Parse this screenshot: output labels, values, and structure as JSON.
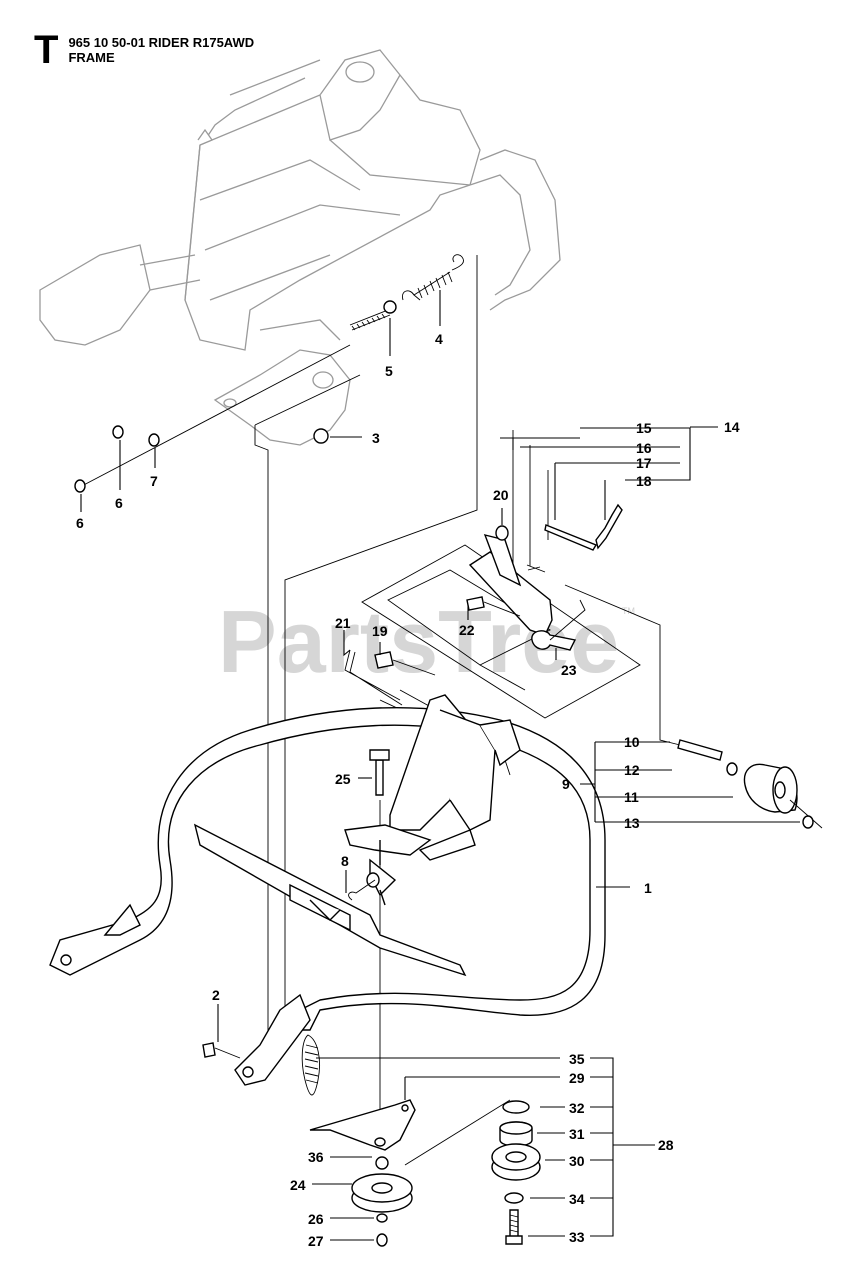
{
  "header": {
    "section_letter": "T",
    "model_line": "965 10 50-01 RIDER R175AWD",
    "section_title": "FRAME"
  },
  "watermark": {
    "text": "PartsTree",
    "tm": "TM"
  },
  "callouts": [
    {
      "id": "c1",
      "label": "1"
    },
    {
      "id": "c2",
      "label": "2"
    },
    {
      "id": "c3",
      "label": "3"
    },
    {
      "id": "c4",
      "label": "4"
    },
    {
      "id": "c5",
      "label": "5"
    },
    {
      "id": "c6a",
      "label": "6"
    },
    {
      "id": "c6b",
      "label": "6"
    },
    {
      "id": "c7",
      "label": "7"
    },
    {
      "id": "c8",
      "label": "8"
    },
    {
      "id": "c9",
      "label": "9"
    },
    {
      "id": "c10",
      "label": "10"
    },
    {
      "id": "c11",
      "label": "11"
    },
    {
      "id": "c12",
      "label": "12"
    },
    {
      "id": "c13",
      "label": "13"
    },
    {
      "id": "c14",
      "label": "14"
    },
    {
      "id": "c15",
      "label": "15"
    },
    {
      "id": "c16",
      "label": "16"
    },
    {
      "id": "c17",
      "label": "17"
    },
    {
      "id": "c18",
      "label": "18"
    },
    {
      "id": "c19",
      "label": "19"
    },
    {
      "id": "c20",
      "label": "20"
    },
    {
      "id": "c21",
      "label": "21"
    },
    {
      "id": "c22",
      "label": "22"
    },
    {
      "id": "c23",
      "label": "23"
    },
    {
      "id": "c24",
      "label": "24"
    },
    {
      "id": "c25",
      "label": "25"
    },
    {
      "id": "c26",
      "label": "26"
    },
    {
      "id": "c27",
      "label": "27"
    },
    {
      "id": "c28",
      "label": "28"
    },
    {
      "id": "c29",
      "label": "29"
    },
    {
      "id": "c30",
      "label": "30"
    },
    {
      "id": "c31",
      "label": "31"
    },
    {
      "id": "c32",
      "label": "32"
    },
    {
      "id": "c33",
      "label": "33"
    },
    {
      "id": "c34",
      "label": "34"
    },
    {
      "id": "c35",
      "label": "35"
    },
    {
      "id": "c36",
      "label": "36"
    }
  ]
}
